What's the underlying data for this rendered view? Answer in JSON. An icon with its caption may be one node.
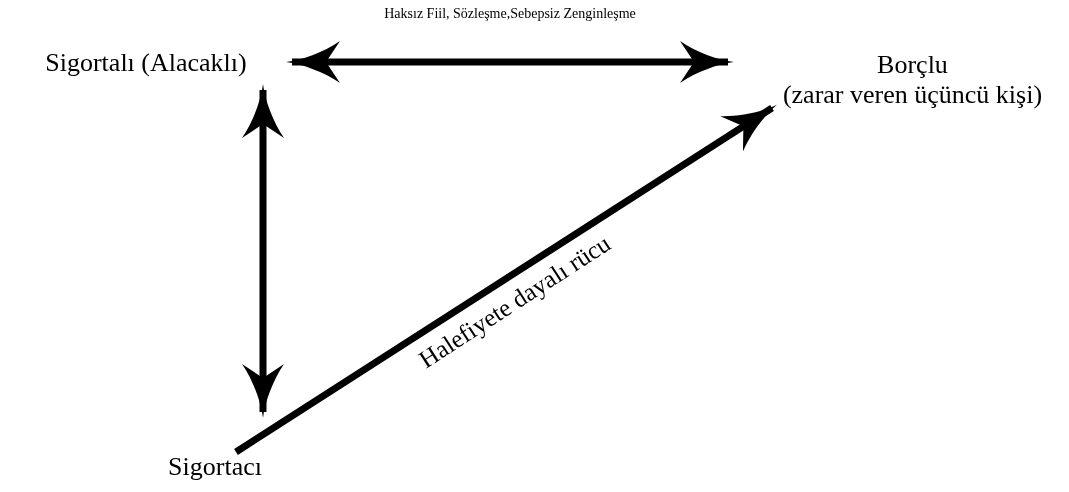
{
  "diagram": {
    "nodes": [
      {
        "text": [
          "Sigortalı (Alacaklı)"
        ]
      },
      {
        "text": [
          "Borçlu",
          "(zarar veren üçüncü kişi)"
        ]
      },
      {
        "text": [
          "Sigortacı"
        ]
      }
    ],
    "edges": [
      {
        "from": 0,
        "to": 1,
        "arrow": "both",
        "label": "Haksız Fiil, Sözleşme,Sebepsiz Zenginleşme"
      },
      {
        "from": 0,
        "to": 2,
        "arrow": "both"
      },
      {
        "from": 2,
        "to": 1,
        "arrow": "to",
        "label": "Halefiyete dayalı rücu"
      }
    ]
  }
}
